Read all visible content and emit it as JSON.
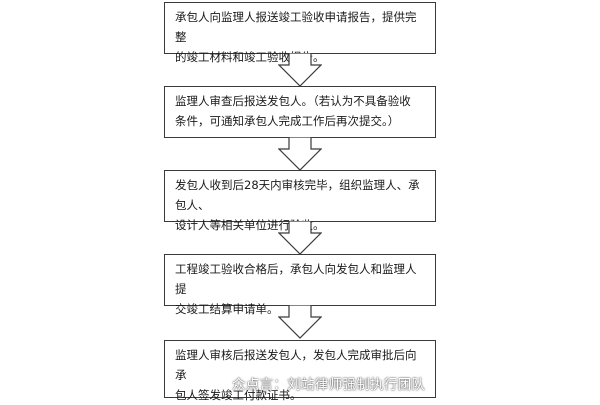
{
  "steps": [
    {
      "line1": "承包人向监理人报送竣工验收申请报告，提供完整",
      "line2": "的竣工材料和竣工验收报告。"
    },
    {
      "line1": "监理人审查后报送发包人。（若认为不具备验收",
      "line2": "条件，可通知承包人完成工作后再次提交。）"
    },
    {
      "line1": "发包人收到后28天内审核完毕，组织监理人、承包人、",
      "line2": "设计人等相关单位进行验收。"
    },
    {
      "line1": "工程竣工验收合格后，承包人向发包人和监理人提",
      "line2": "交竣工结算申请单。"
    },
    {
      "line1": "监理人审核后报送发包人，发包人完成审批后向承",
      "line2": "包人签发竣工付款证书。"
    }
  ],
  "watermark": "众点言：刘站律师强制执行团队",
  "colors": {
    "border": "#3a3a3a",
    "arrow_fill": "#ffffff"
  }
}
